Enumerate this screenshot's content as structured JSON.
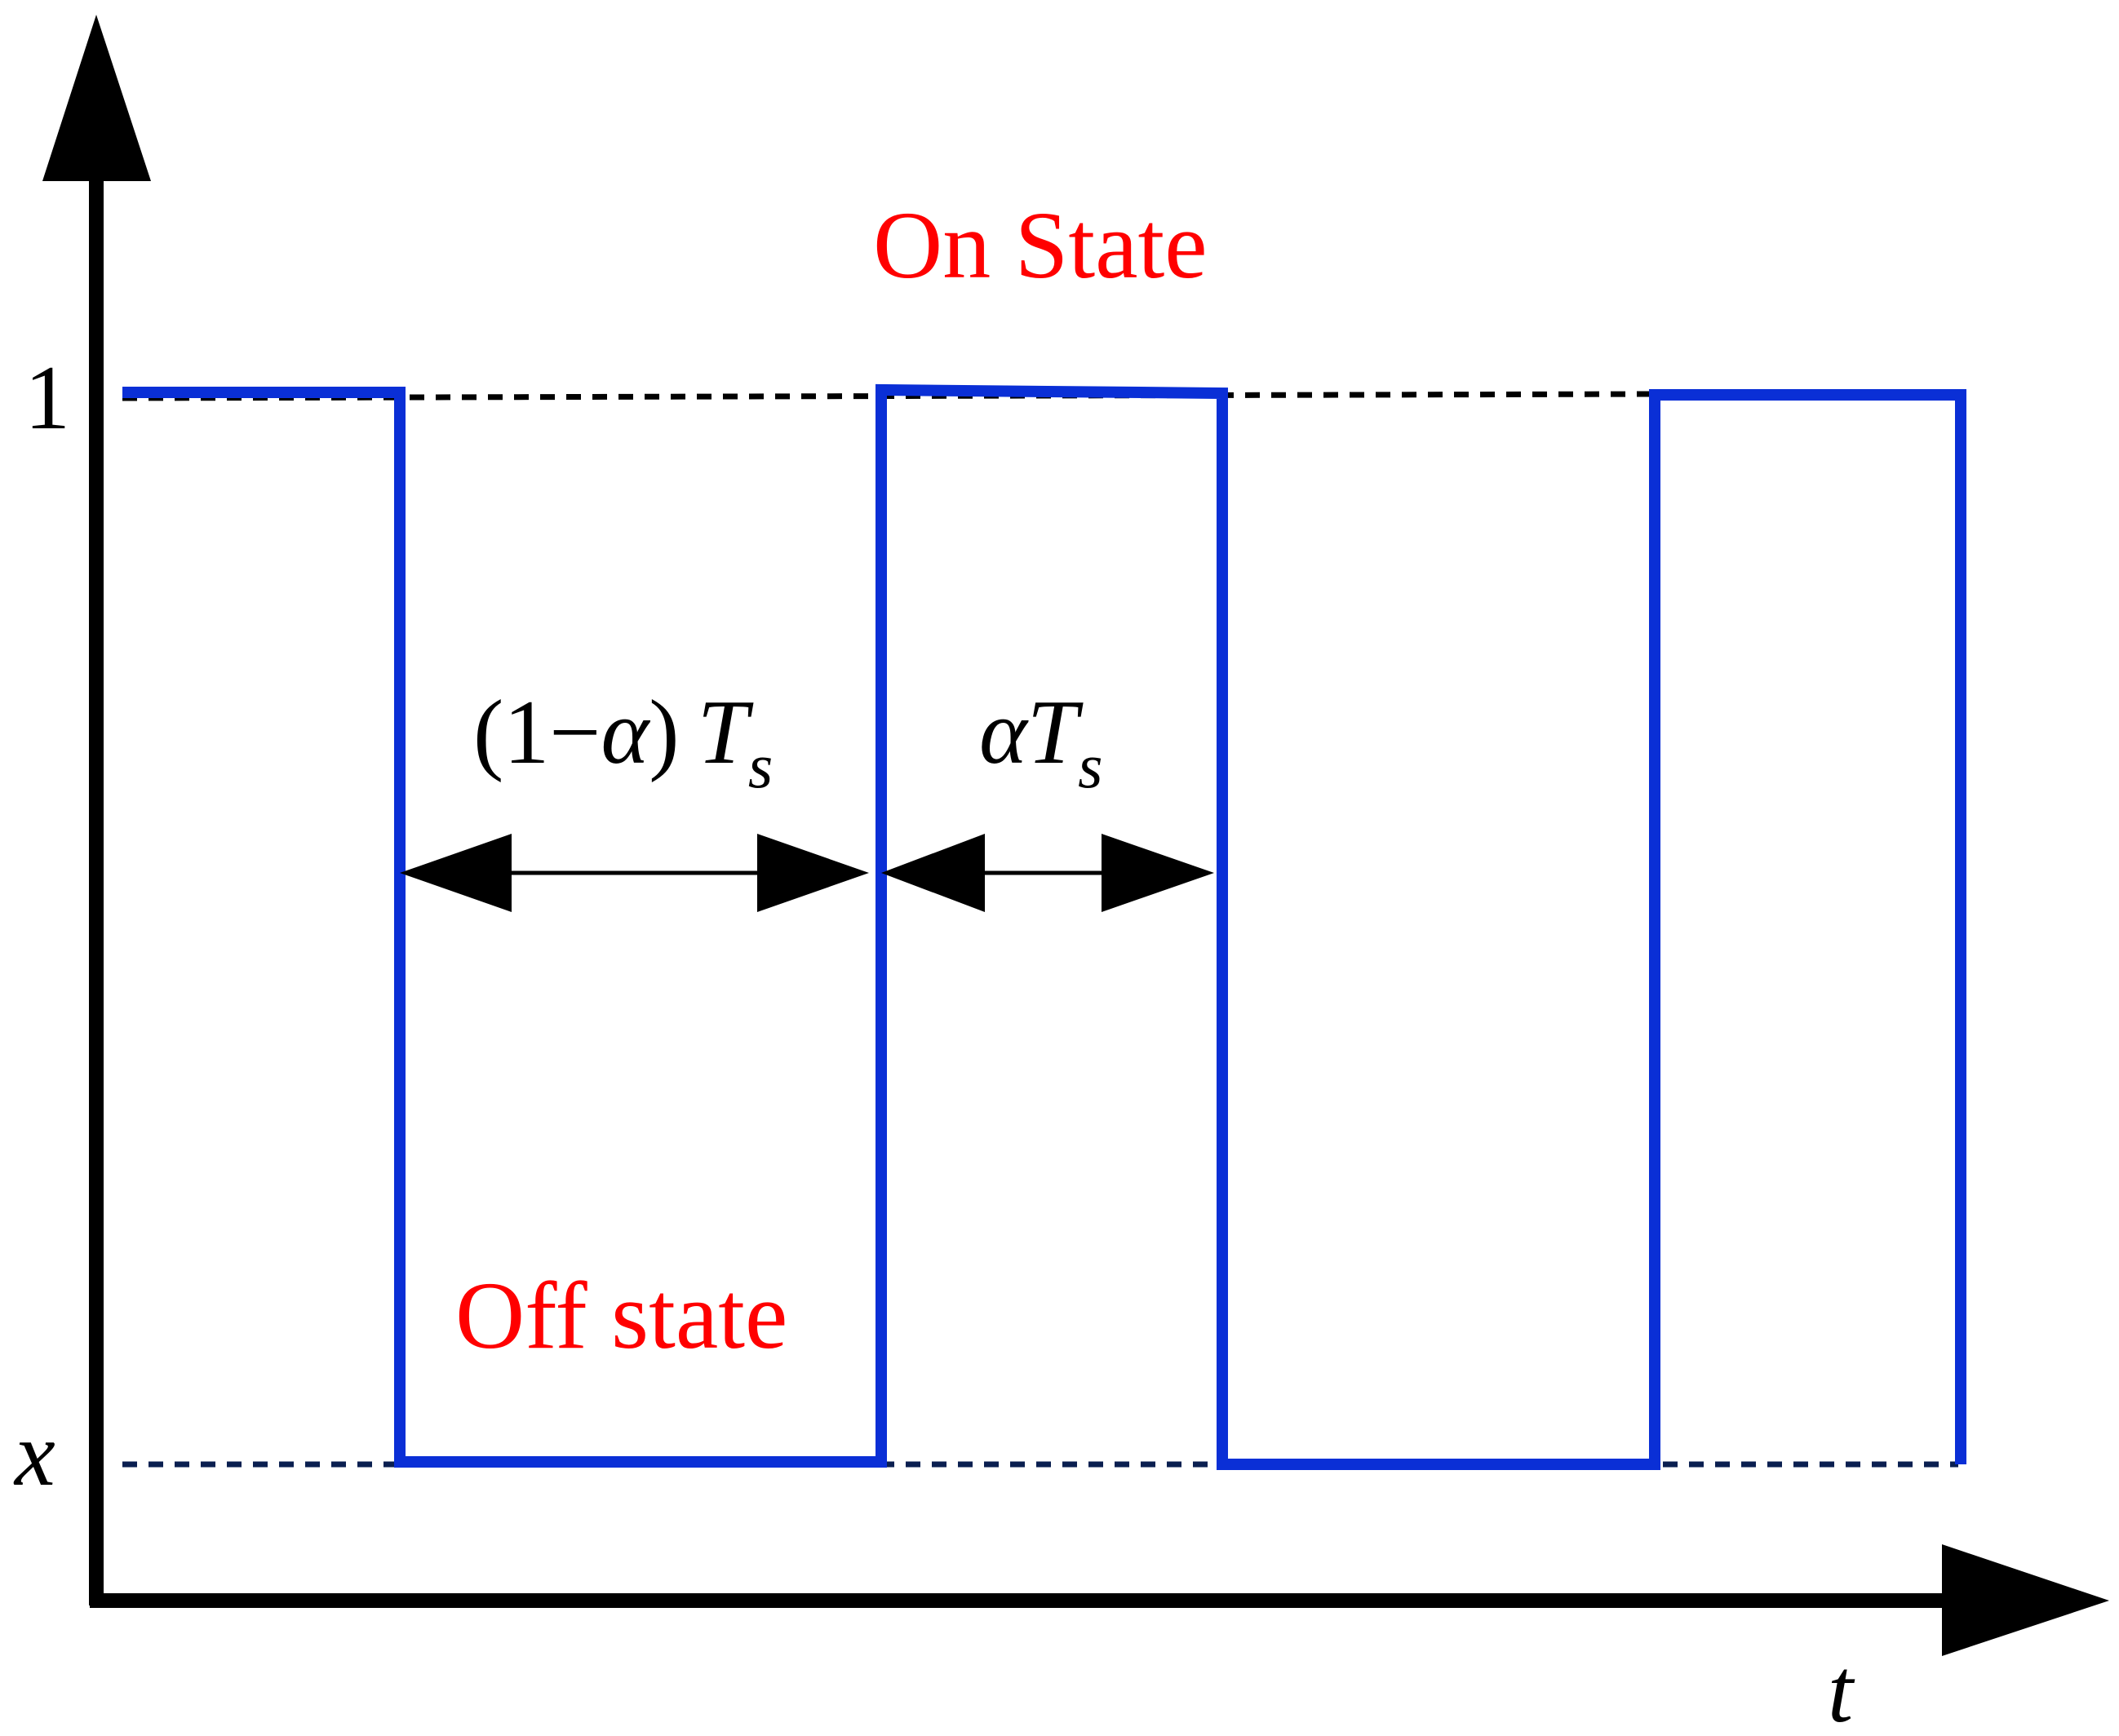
{
  "diagram": {
    "labels": {
      "on_state": "On State",
      "off_state": "Off state",
      "one": "1",
      "x": "x",
      "t": "t",
      "off_interval_prefix": "(1−",
      "alpha": "α",
      "close_paren": ")",
      "T": "T",
      "s": "s"
    },
    "colors": {
      "waveform": "#0a2fd6",
      "state_text": "#ff0000",
      "axis": "#000000",
      "dashed": "#000000"
    },
    "waveform": {
      "levels": [
        "x",
        "1"
      ],
      "sequence": [
        "1",
        "x",
        "1",
        "x",
        "1"
      ]
    }
  }
}
